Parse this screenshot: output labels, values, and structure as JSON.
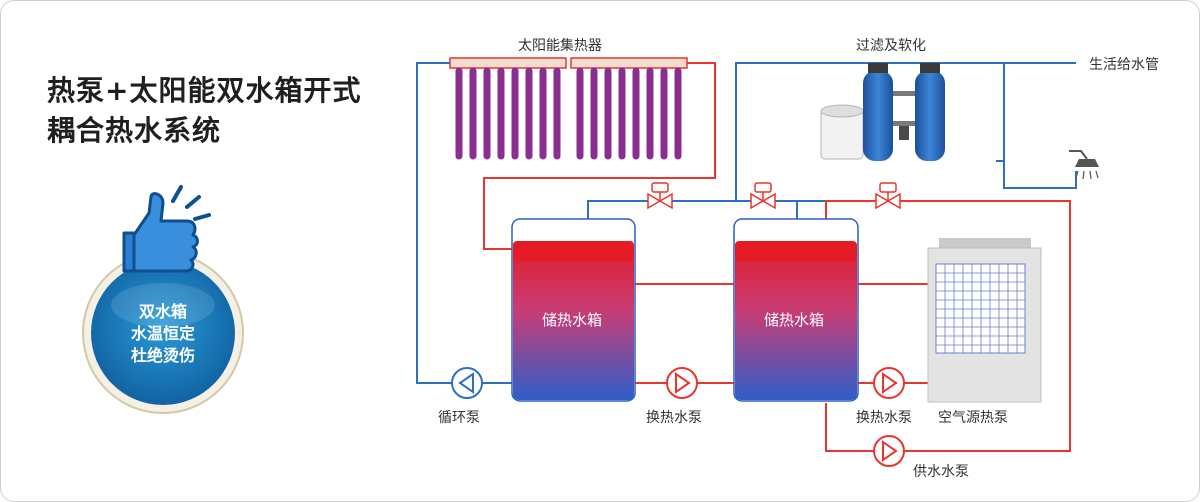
{
  "title": {
    "line1": "热泵+太阳能双水箱开式",
    "line2": "耦合热水系统"
  },
  "badge": {
    "line1": "双水箱",
    "line2": "水温恒定",
    "line3": "杜绝烫伤"
  },
  "labels": {
    "solar_collector": "太阳能集热器",
    "filter_softener": "过滤及软化",
    "domestic_supply": "生活给水管",
    "tank_left": "储热水箱",
    "tank_right": "储热水箱",
    "circulation_pump": "循环泵",
    "heat_exchange_pump_1": "换热水泵",
    "heat_exchange_pump_2": "换热水泵",
    "air_source_heat_pump": "空气源热泵",
    "supply_pump": "供水水泵"
  },
  "colors": {
    "hot_pipe": "#e8352d",
    "cold_pipe": "#2d6fc4",
    "collector_tube": "#8a2f8f",
    "badge": "#1c7fc4"
  },
  "icons": [
    "thumbs-up-icon",
    "shower-icon",
    "pump-icon",
    "valve-icon"
  ]
}
